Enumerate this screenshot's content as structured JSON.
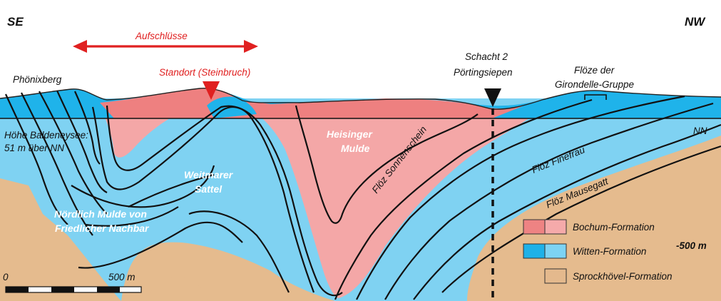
{
  "directions": {
    "left": "SE",
    "right": "NW"
  },
  "labels": {
    "aufschluesse": "Aufschlüsse",
    "standort": "Standort (Steinbruch)",
    "phoenixberg": "Phönixberg",
    "schacht_line1": "Schacht 2",
    "schacht_line2": "Pörtingsiepen",
    "floeze_line1": "Flöze der",
    "floeze_line2": "Girondelle-Gruppe",
    "baldeney_line1": "Höhe Baldeneysee:",
    "baldeney_line2": "51 m über NN",
    "weitmarer_line1": "Weitmarer",
    "weitmarer_line2": "Sattel",
    "heisinger_line1": "Heisinger",
    "heisinger_line2": "Mulde",
    "noerdlich_line1": "Nördlich Mulde von",
    "noerdlich_line2": "Friedlicher Nachbar",
    "floez_sonnenschein": "Flöz Sonnenschein",
    "floez_finefrau": "Flöz Finefrau",
    "floez_mausegatt": "Flöz Mausegatt",
    "nn": "NN",
    "minus500": "-500 m"
  },
  "scalebar": {
    "start": "0",
    "end": "500 m"
  },
  "legend": [
    {
      "label": "Bochum-Formation",
      "colors": [
        "#ee8383",
        "#f5aaaa"
      ]
    },
    {
      "label": "Witten-Formation",
      "colors": [
        "#1fb1e8",
        "#7dd3f3"
      ]
    },
    {
      "label": "Sprockhövel-Formation",
      "colors": [
        "#e4b98d"
      ]
    }
  ],
  "colors": {
    "bochum": "#f4a7a7",
    "bochum_surface": "#ee8080",
    "witten": "#7fd2f2",
    "witten_surface": "#1fb3ea",
    "sprockhoevel": "#e5bb8e",
    "accent_red": "#e02020"
  }
}
